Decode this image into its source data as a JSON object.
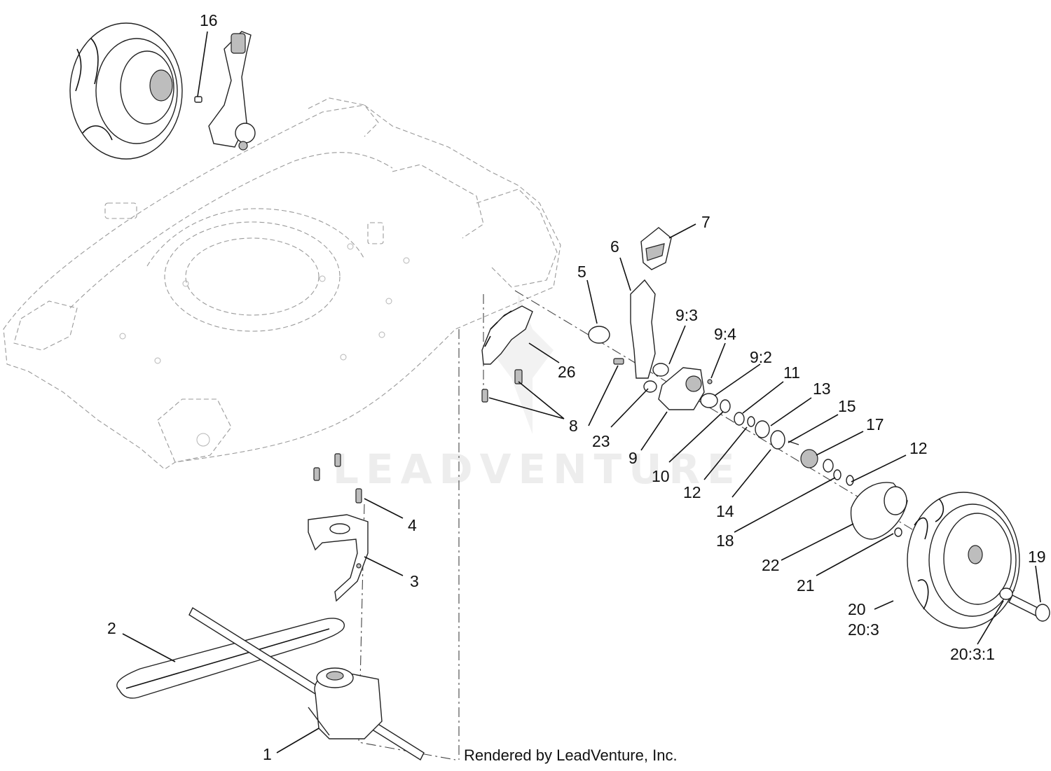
{
  "credit": "Rendered by LeadVenture, Inc.",
  "watermark": "LEADVENTURE",
  "callouts": [
    {
      "id": "c-16",
      "text": "16"
    },
    {
      "id": "c-7",
      "text": "7"
    },
    {
      "id": "c-6",
      "text": "6"
    },
    {
      "id": "c-5",
      "text": "5"
    },
    {
      "id": "c-9-3",
      "text": "9:3"
    },
    {
      "id": "c-9-4",
      "text": "9:4"
    },
    {
      "id": "c-9-2",
      "text": "9:2"
    },
    {
      "id": "c-11",
      "text": "11"
    },
    {
      "id": "c-13",
      "text": "13"
    },
    {
      "id": "c-15",
      "text": "15"
    },
    {
      "id": "c-17",
      "text": "17"
    },
    {
      "id": "c-12a",
      "text": "12"
    },
    {
      "id": "c-26",
      "text": "26"
    },
    {
      "id": "c-8",
      "text": "8"
    },
    {
      "id": "c-23",
      "text": "23"
    },
    {
      "id": "c-9",
      "text": "9"
    },
    {
      "id": "c-10",
      "text": "10"
    },
    {
      "id": "c-12b",
      "text": "12"
    },
    {
      "id": "c-14",
      "text": "14"
    },
    {
      "id": "c-18",
      "text": "18"
    },
    {
      "id": "c-22",
      "text": "22"
    },
    {
      "id": "c-21",
      "text": "21"
    },
    {
      "id": "c-19",
      "text": "19"
    },
    {
      "id": "c-20",
      "text": "20"
    },
    {
      "id": "c-20-3",
      "text": "20:3"
    },
    {
      "id": "c-20-3-1",
      "text": "20:3:1"
    },
    {
      "id": "c-4",
      "text": "4"
    },
    {
      "id": "c-3",
      "text": "3"
    },
    {
      "id": "c-2",
      "text": "2"
    },
    {
      "id": "c-1",
      "text": "1"
    }
  ]
}
